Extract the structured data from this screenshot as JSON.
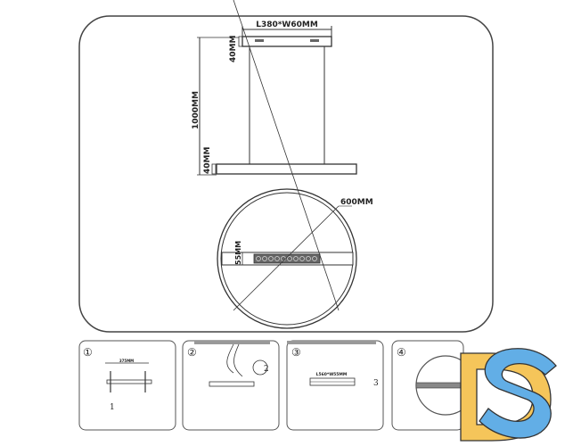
{
  "main_drawing": {
    "top_dimension": "L380*W60MM",
    "canopy_height": "40MM",
    "total_height": "1000MM",
    "fixture_height": "40MM",
    "diameter": "600MM",
    "bar_width": "55MM"
  },
  "steps": [
    {
      "number": "①",
      "dimension": "375MM",
      "callout": "1"
    },
    {
      "number": "②",
      "callout": "2"
    },
    {
      "number": "③",
      "dimension": "L560*W55MM",
      "callout": "3"
    },
    {
      "number": "④"
    }
  ],
  "logo": {
    "text": "DS",
    "colors": {
      "d": "#f5c55a",
      "s": "#62aee6"
    }
  },
  "colors": {
    "line": "#333333",
    "panel_border": "#555555"
  }
}
